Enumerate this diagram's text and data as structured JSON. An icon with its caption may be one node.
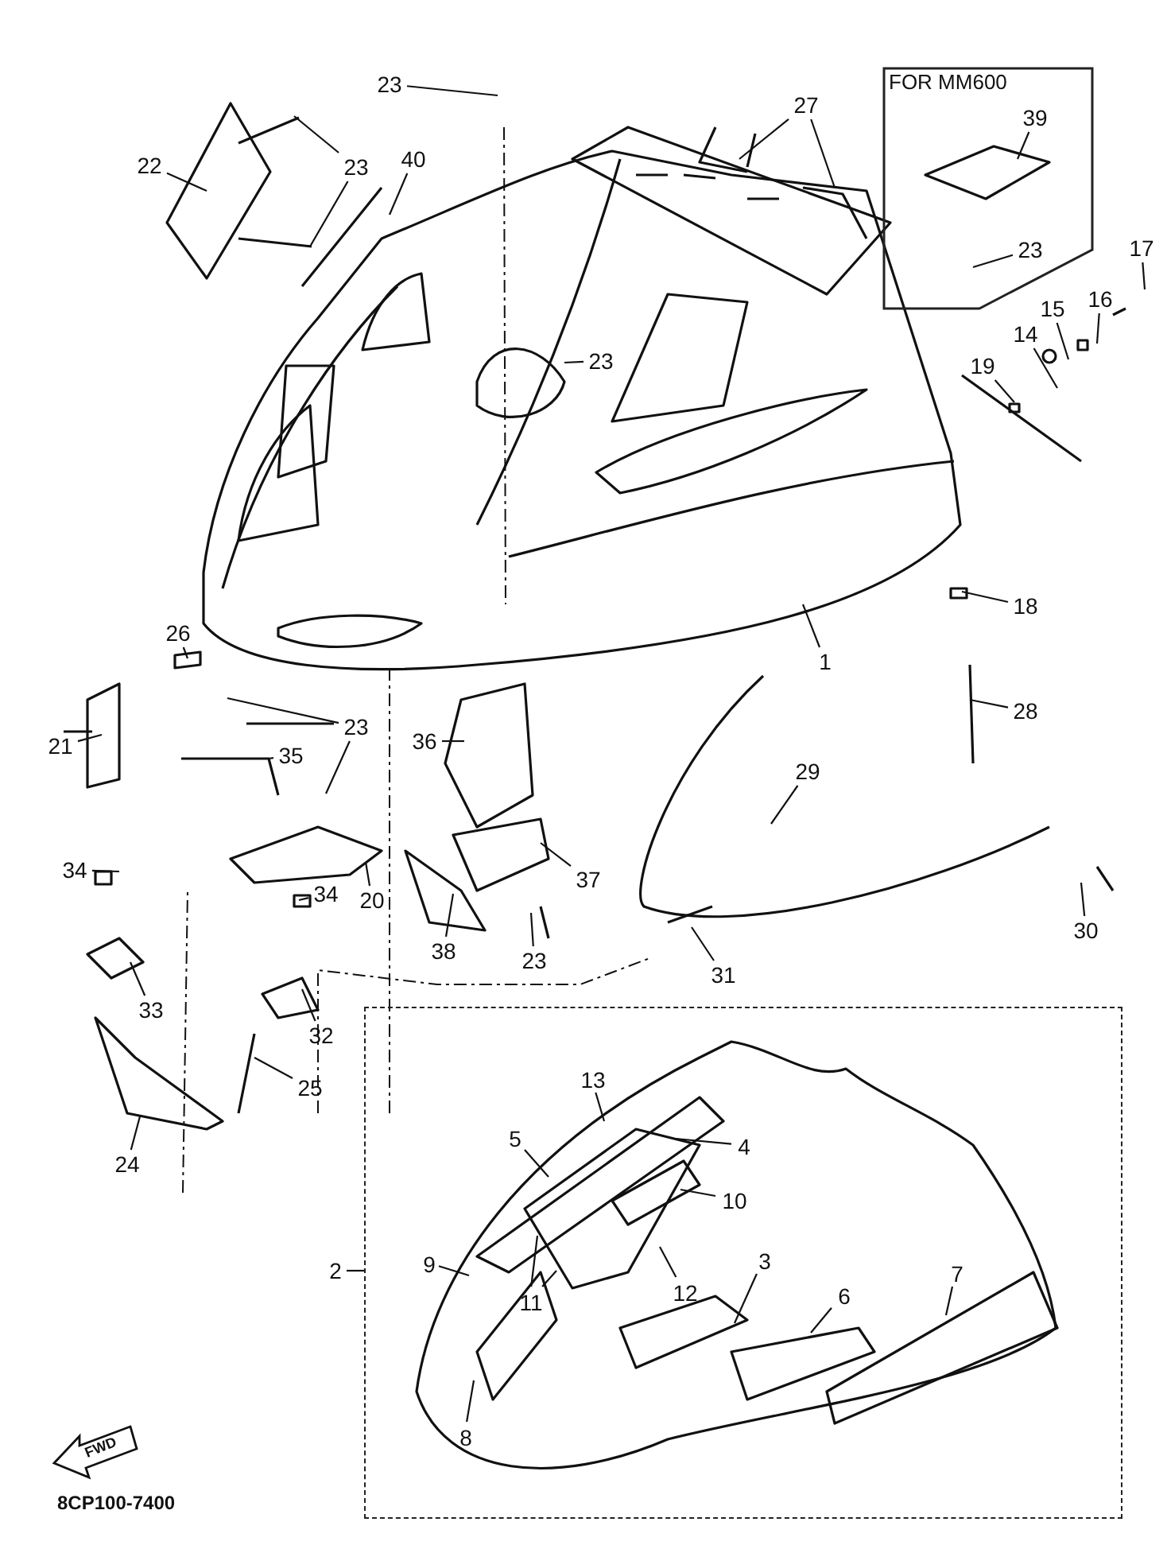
{
  "diagram": {
    "nodes": [
      {
        "text": [
          "FOR MM600"
        ]
      },
      {
        "text": [
          "39"
        ],
        "in": 0
      },
      {
        "text": [
          "23"
        ],
        "in": 0
      },
      {
        "text": [
          "23"
        ]
      },
      {
        "text": [
          "22"
        ]
      },
      {
        "text": [
          "23"
        ]
      },
      {
        "text": [
          "40"
        ]
      },
      {
        "text": [
          "27"
        ]
      },
      {
        "text": [
          "17"
        ]
      },
      {
        "text": [
          "16"
        ]
      },
      {
        "text": [
          "15"
        ]
      },
      {
        "text": [
          "14"
        ]
      },
      {
        "text": [
          "19"
        ]
      },
      {
        "text": [
          "18"
        ]
      },
      {
        "text": [
          "1"
        ]
      },
      {
        "text": [
          "26"
        ]
      },
      {
        "text": [
          "21"
        ]
      },
      {
        "text": [
          "23"
        ]
      },
      {
        "text": [
          "36"
        ]
      },
      {
        "text": [
          "35"
        ]
      },
      {
        "text": [
          "28"
        ]
      },
      {
        "text": [
          "29"
        ]
      },
      {
        "text": [
          "34"
        ]
      },
      {
        "text": [
          "20"
        ]
      },
      {
        "text": [
          "34"
        ]
      },
      {
        "text": [
          "37"
        ]
      },
      {
        "text": [
          "38"
        ]
      },
      {
        "text": [
          "23"
        ]
      },
      {
        "text": [
          "31"
        ]
      },
      {
        "text": [
          "30"
        ]
      },
      {
        "text": [
          "33"
        ]
      },
      {
        "text": [
          "32"
        ]
      },
      {
        "text": [
          "25"
        ]
      },
      {
        "text": [
          "24"
        ]
      },
      {
        "text": [
          "2"
        ]
      },
      {
        "text": [],
        "shape": "box"
      },
      {
        "text": [
          "13"
        ],
        "in": 35
      },
      {
        "text": [
          "5"
        ],
        "in": 35
      },
      {
        "text": [
          "4"
        ],
        "in": 35
      },
      {
        "text": [
          "10"
        ],
        "in": 35
      },
      {
        "text": [
          "9"
        ],
        "in": 35
      },
      {
        "text": [
          "11"
        ],
        "in": 35
      },
      {
        "text": [
          "12"
        ],
        "in": 35
      },
      {
        "text": [
          "3"
        ],
        "in": 35
      },
      {
        "text": [
          "6"
        ],
        "in": 35
      },
      {
        "text": [
          "7"
        ],
        "in": 35
      },
      {
        "text": [
          "8"
        ],
        "in": 35
      },
      {
        "text": [
          "23"
        ]
      }
    ],
    "edges": [
      {
        "from": 1,
        "to": null,
        "arrow": "none"
      },
      {
        "from": 2,
        "to": null,
        "arrow": "none"
      },
      {
        "from": 3,
        "to": null,
        "arrow": "none"
      },
      {
        "from": 4,
        "to": null,
        "arrow": "none"
      },
      {
        "from": 5,
        "to": null,
        "arrow": "none"
      },
      {
        "from": 5,
        "to": null,
        "arrow": "none"
      },
      {
        "from": 6,
        "to": null,
        "arrow": "none"
      },
      {
        "from": 7,
        "to": null,
        "arrow": "none"
      },
      {
        "from": 7,
        "to": null,
        "arrow": "none"
      },
      {
        "from": 8,
        "to": null,
        "arrow": "none"
      },
      {
        "from": 9,
        "to": null,
        "arrow": "none"
      },
      {
        "from": 10,
        "to": null,
        "arrow": "none"
      },
      {
        "from": 11,
        "to": null,
        "arrow": "none"
      },
      {
        "from": 12,
        "to": null,
        "arrow": "none"
      },
      {
        "from": 13,
        "to": null,
        "arrow": "none"
      },
      {
        "from": 14,
        "to": null,
        "arrow": "none"
      },
      {
        "from": 15,
        "to": null,
        "arrow": "none"
      },
      {
        "from": 16,
        "to": null,
        "arrow": "none"
      },
      {
        "from": 17,
        "to": null,
        "arrow": "none"
      },
      {
        "from": 17,
        "to": null,
        "arrow": "none"
      },
      {
        "from": 18,
        "to": null,
        "arrow": "none"
      },
      {
        "from": 19,
        "to": null,
        "arrow": "none"
      },
      {
        "from": 20,
        "to": null,
        "arrow": "none"
      },
      {
        "from": 21,
        "to": null,
        "arrow": "none"
      },
      {
        "from": 22,
        "to": null,
        "arrow": "none"
      },
      {
        "from": 23,
        "to": null,
        "arrow": "none"
      },
      {
        "from": 24,
        "to": null,
        "arrow": "none"
      },
      {
        "from": 25,
        "to": null,
        "arrow": "none"
      },
      {
        "from": 26,
        "to": null,
        "arrow": "none"
      },
      {
        "from": 27,
        "to": null,
        "arrow": "none"
      },
      {
        "from": 28,
        "to": null,
        "arrow": "none"
      },
      {
        "from": 29,
        "to": null,
        "arrow": "none"
      },
      {
        "from": 30,
        "to": null,
        "arrow": "none"
      },
      {
        "from": 31,
        "to": null,
        "arrow": "none"
      },
      {
        "from": 32,
        "to": null,
        "arrow": "none"
      },
      {
        "from": 33,
        "to": null,
        "arrow": "none"
      },
      {
        "from": 34,
        "to": 35,
        "arrow": "none"
      },
      {
        "from": 36,
        "to": null,
        "arrow": "none"
      },
      {
        "from": 37,
        "to": null,
        "arrow": "none"
      },
      {
        "from": 38,
        "to": null,
        "arrow": "none"
      },
      {
        "from": 39,
        "to": null,
        "arrow": "none"
      },
      {
        "from": 40,
        "to": null,
        "arrow": "none"
      },
      {
        "from": 41,
        "to": null,
        "arrow": "none"
      },
      {
        "from": 41,
        "to": null,
        "arrow": "none"
      },
      {
        "from": 42,
        "to": null,
        "arrow": "none"
      },
      {
        "from": 43,
        "to": null,
        "arrow": "none"
      },
      {
        "from": 44,
        "to": null,
        "arrow": "none"
      },
      {
        "from": 45,
        "to": null,
        "arrow": "none"
      },
      {
        "from": 46,
        "to": null,
        "arrow": "none"
      },
      {
        "from": 47,
        "to": null,
        "arrow": "none"
      }
    ],
    "labels": [
      "FWD",
      "8CP100-7400"
    ]
  }
}
